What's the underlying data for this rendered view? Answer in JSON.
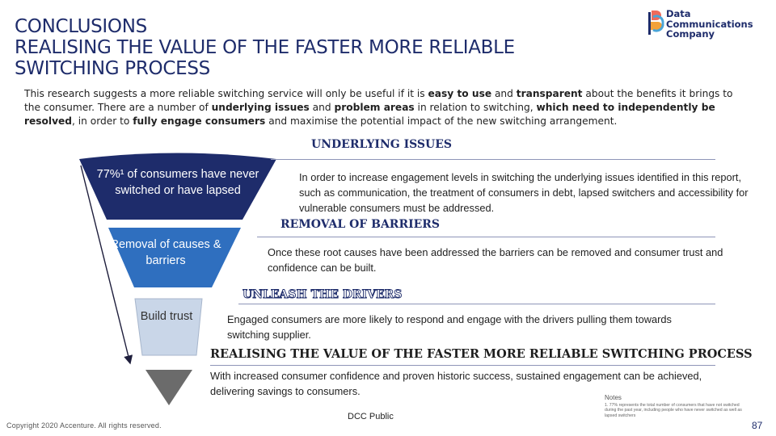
{
  "title": {
    "line1": "CONCLUSIONS",
    "line2": "REALISING  THE VALUE OF THE FASTER MORE RELIABLE",
    "line3": "SWITCHING PROCESS"
  },
  "logo": {
    "line1": "Data",
    "line2": "Communications",
    "line3": "Company",
    "icon": "dcc-logo-icon",
    "colors": [
      "#ef6b5b",
      "#f3a23a",
      "#4aa5d8",
      "#1e2c6b"
    ]
  },
  "intro": {
    "t1": "This research suggests a more reliable switching service will only be useful if it is ",
    "b1": "easy to use",
    "t2": " and ",
    "b2": "transparent",
    "t3": " about the benefits it brings to the consumer. There are a number of ",
    "b3": "underlying issues",
    "t4": " and ",
    "b4": "problem areas",
    "t5": " in relation to switching, ",
    "b5": "which need to independently be resolved",
    "t6": ", in order to ",
    "b6": "fully engage consumers",
    "t7": " and maximise the potential impact of the new switching arrangement."
  },
  "funnel": {
    "level1": "77%¹ of consumers have never switched or have lapsed",
    "level2": "Removal of causes & barriers",
    "level3": "Build trust",
    "colors": [
      "#1e2c6b",
      "#2f6fbf",
      "#c9d6e8",
      "#6b6b6b"
    ]
  },
  "sections": [
    {
      "heading": "UNDERLYING ISSUES",
      "body": "In order to increase engagement levels in switching the underlying issues identified in this report, such as communication, the treatment of consumers in debt, lapsed switchers and accessibility for vulnerable consumers must be addressed."
    },
    {
      "heading": "REMOVAL OF BARRIERS",
      "body": "Once these root causes have been addressed the barriers can be removed and consumer trust and confidence can be built."
    },
    {
      "heading": "UNLEASH THE DRIVERS",
      "body": "Engaged consumers are more likely to respond and engage with the drivers pulling them towards switching supplier."
    },
    {
      "heading": "REALISING THE VALUE OF THE FASTER MORE RELIABLE SWITCHING PROCESS",
      "body": "With increased consumer confidence and proven historic success, sustained engagement can be achieved, delivering savings to consumers."
    }
  ],
  "footer": {
    "classification": "DCC Public",
    "copyright": "Copyright 2020 Accenture. All rights reserved.",
    "notes_label": "Notes",
    "notes_text": "1. 77% represents the total number of consumers that have not switched during the past year, including people who have never switched as well as lapsed switchers",
    "page_number": "87"
  }
}
